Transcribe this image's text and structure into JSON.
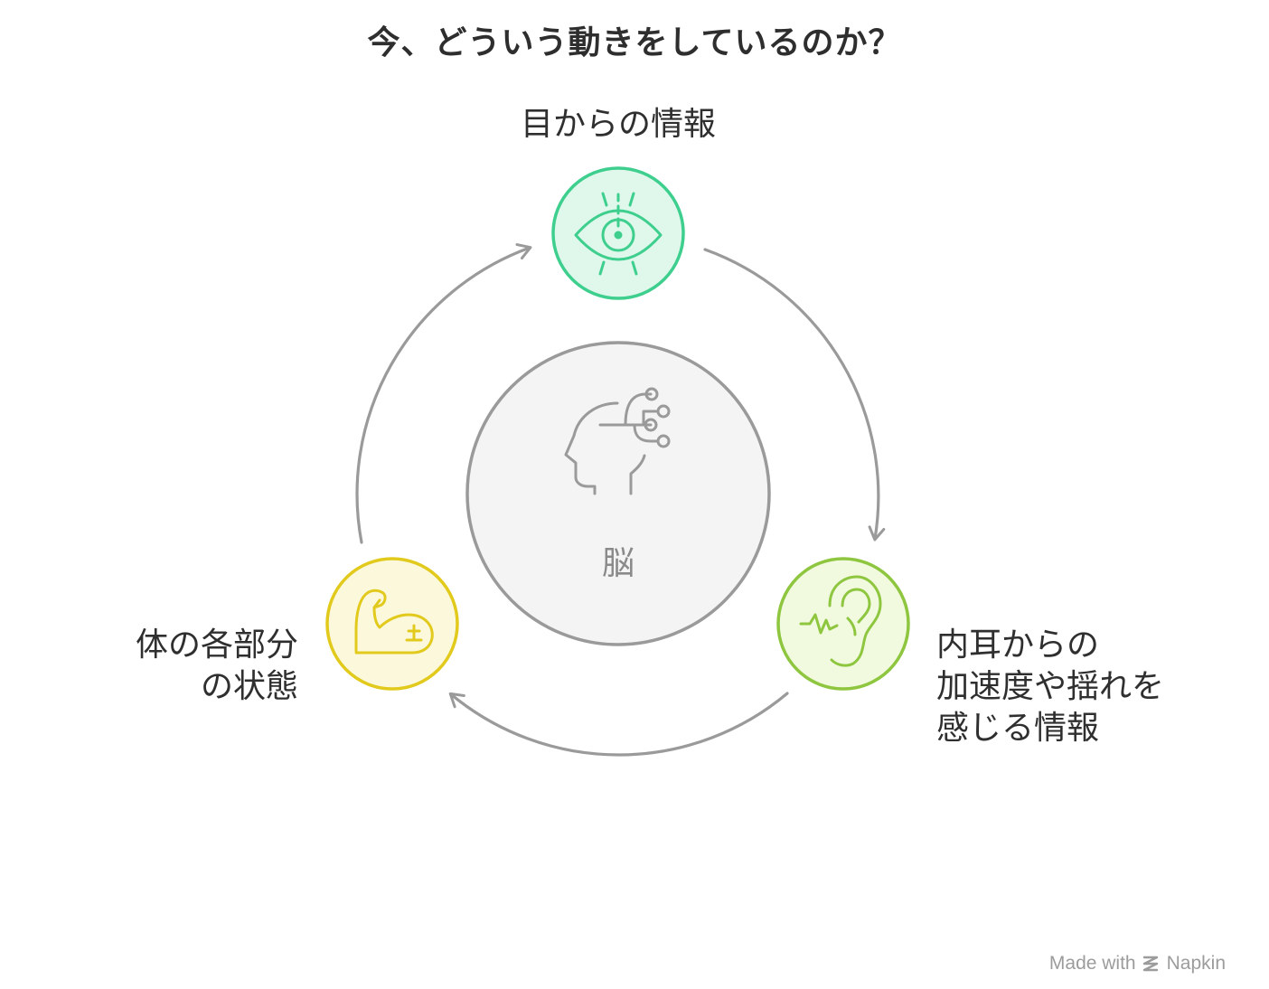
{
  "title": "今、どういう動きをしているのか？",
  "center": {
    "label": "脳",
    "icon": "brain-network-icon",
    "fill": "#f4f4f4",
    "stroke": "#9a9a9a"
  },
  "nodes": [
    {
      "id": "eye",
      "icon": "eye-icon",
      "lines": [
        "目からの情報"
      ],
      "fill": "#e0f8ec",
      "stroke": "#3ecf8e"
    },
    {
      "id": "ear",
      "icon": "ear-icon",
      "lines": [
        "内耳からの",
        "加速度や揺れを",
        "感じる情報"
      ],
      "fill": "#f1fadf",
      "stroke": "#8ec63f"
    },
    {
      "id": "body",
      "icon": "flexed-arm-icon",
      "lines": [
        "体の各部分",
        "の状態"
      ],
      "fill": "#fcf8dc",
      "stroke": "#e2ca1d"
    }
  ],
  "arrow_color": "#9a9a9a",
  "watermark": {
    "prefix": "Made with",
    "brand": "Napkin",
    "icon": "napkin-logo-icon"
  }
}
